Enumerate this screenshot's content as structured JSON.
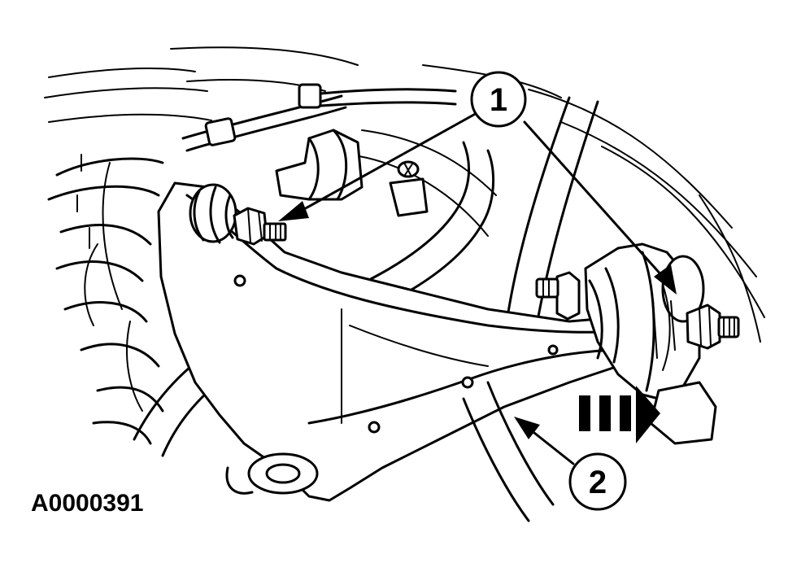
{
  "figure": {
    "reference_code": "A0000391"
  },
  "callouts": [
    {
      "id": "1",
      "label": "1"
    },
    {
      "id": "2",
      "label": "2"
    }
  ],
  "direction_arrow": {
    "direction": "forward"
  },
  "colors": {
    "ink": "#000000",
    "paper": "#ffffff"
  }
}
